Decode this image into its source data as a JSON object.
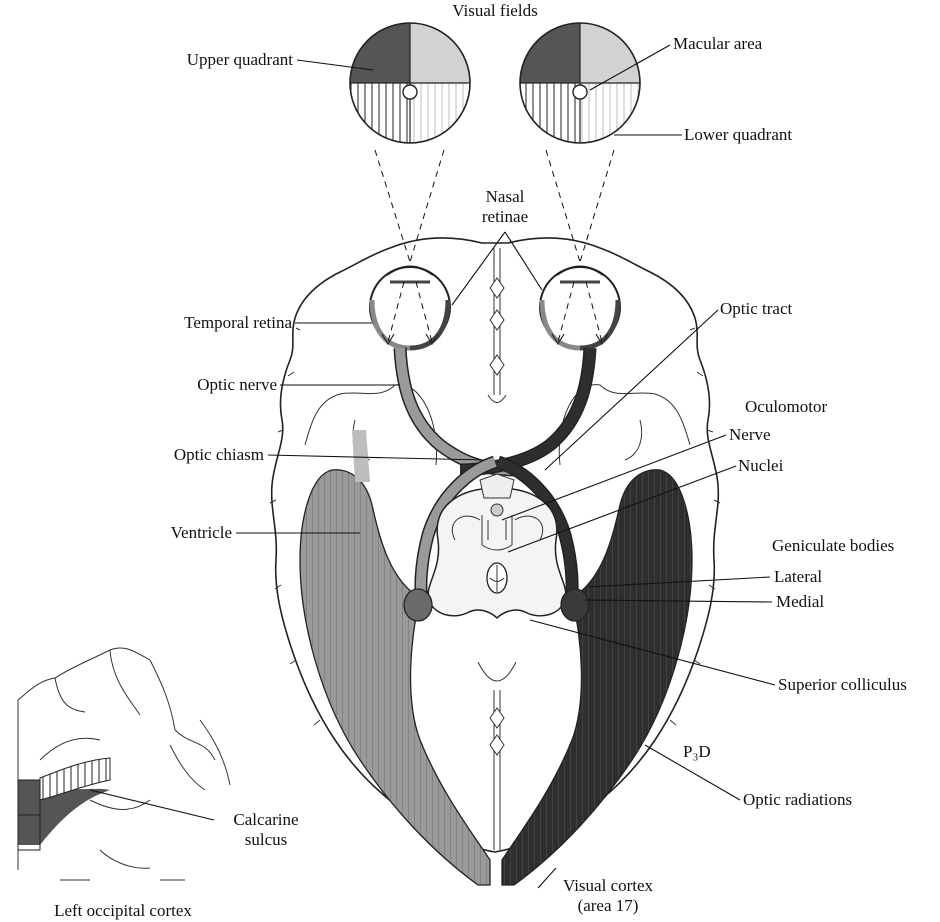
{
  "labels": {
    "visual_fields": "Visual fields",
    "upper_quadrant": "Upper quadrant",
    "macular_area": "Macular area",
    "lower_quadrant": "Lower quadrant",
    "nasal_retinae_1": "Nasal",
    "nasal_retinae_2": "retinae",
    "temporal_retina": "Temporal retina",
    "optic_tract": "Optic tract",
    "optic_nerve": "Optic nerve",
    "oculomotor": "Oculomotor",
    "nerve": "Nerve",
    "nuclei": "Nuclei",
    "optic_chiasm": "Optic chiasm",
    "ventricle": "Ventricle",
    "geniculate_bodies": "Geniculate bodies",
    "lateral": "Lateral",
    "medial": "Medial",
    "superior_colliculus": "Superior colliculus",
    "p3d": "P₃D",
    "optic_radiations": "Optic radiations",
    "calcarine_1": "Calcarine",
    "calcarine_2": "sulcus",
    "visual_cortex_1": "Visual cortex",
    "visual_cortex_2": "(area 17)",
    "left_occipital": "Left occipital cortex"
  },
  "colors": {
    "dark_quadrant": "#555555",
    "light_quadrant": "#d2d2d2",
    "left_pathway": "#9a9a9a",
    "right_pathway": "#2e2e2e",
    "outline": "#222222"
  }
}
